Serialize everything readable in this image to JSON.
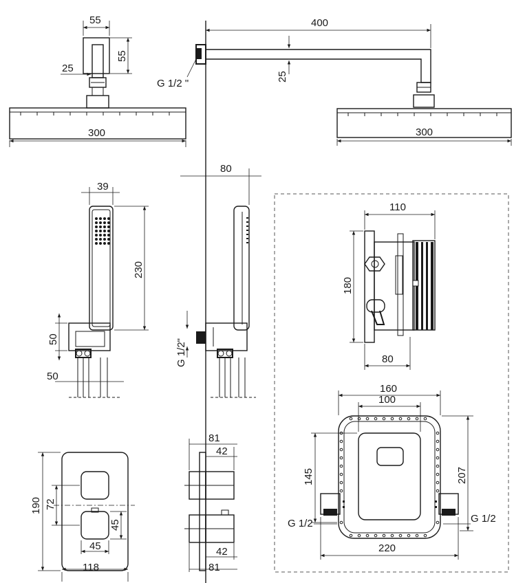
{
  "labels": {
    "head_width_left": "55",
    "head_height_left": "55",
    "arm_diam_left": "25",
    "head_size_left": "300",
    "arm_length": "400",
    "arm_height": "25",
    "thread_top": "G 1/2 \"",
    "head_size_right": "300",
    "hand_width": "39",
    "hand_length": "230",
    "holder_height": "50",
    "holder_width": "50",
    "holder_depth": "80",
    "thread_mid": "G 1/2\"",
    "box_width": "110",
    "box_height": "180",
    "box_depth": "80",
    "plate_width": "160",
    "plate_inner": "100",
    "plate_height_outer": "207",
    "plate_height_inner": "145",
    "thread_left_bottom": "G 1/2",
    "thread_right_bottom": "G 1/2",
    "plate_base_width": "220",
    "panel_height": "190",
    "knob_spacing": "72",
    "knob_size_v": "45",
    "knob_size_h": "45",
    "panel_width": "118",
    "side_depth_top": "81",
    "side_knob_top": "42",
    "side_knob_bottom": "42",
    "side_depth_bottom": "81"
  },
  "colors": {
    "line": "#1a1a1a",
    "background": "#ffffff",
    "dashed_frame": "#555555"
  }
}
